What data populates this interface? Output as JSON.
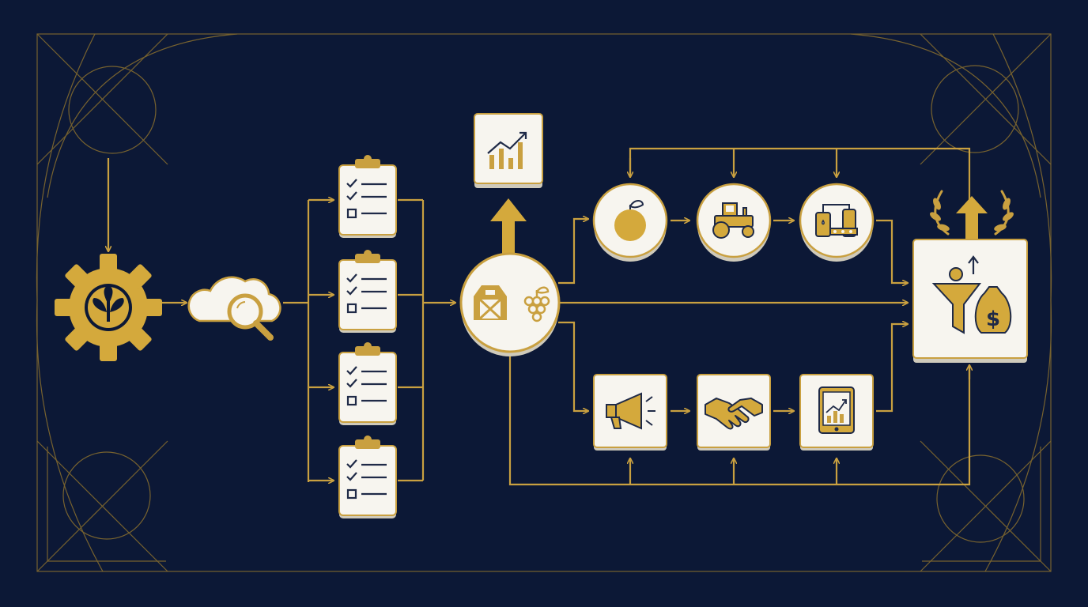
{
  "colors": {
    "background": "#0c1836",
    "gold": "#c9a040",
    "gold_fill": "#d4a93c",
    "card": "#f7f5ef",
    "card_shadow": "#cfcabb",
    "ink": "#1f2a47",
    "frame": "#8a6f2e"
  },
  "nodes": [
    {
      "id": "gear",
      "icon": "plant-gear-icon",
      "shape": "gear"
    },
    {
      "id": "cloud",
      "icon": "cloud-search-icon",
      "shape": "cloud"
    },
    {
      "id": "checklist-1",
      "icon": "clipboard-checklist-icon",
      "shape": "clipboard"
    },
    {
      "id": "checklist-2",
      "icon": "clipboard-checklist-icon",
      "shape": "clipboard"
    },
    {
      "id": "checklist-3",
      "icon": "clipboard-checklist-icon",
      "shape": "clipboard"
    },
    {
      "id": "checklist-4",
      "icon": "clipboard-checklist-icon",
      "shape": "clipboard"
    },
    {
      "id": "farm-hub",
      "icon": "barn-grapes-icon",
      "shape": "circle"
    },
    {
      "id": "growth-chart",
      "icon": "bar-chart-trend-icon",
      "shape": "square"
    },
    {
      "id": "produce",
      "icon": "orange-fruit-icon",
      "shape": "circle"
    },
    {
      "id": "tractor",
      "icon": "tractor-icon",
      "shape": "circle"
    },
    {
      "id": "processing",
      "icon": "factory-processing-icon",
      "shape": "circle"
    },
    {
      "id": "marketing",
      "icon": "megaphone-icon",
      "shape": "square"
    },
    {
      "id": "partnership",
      "icon": "handshake-icon",
      "shape": "square"
    },
    {
      "id": "analytics",
      "icon": "tablet-chart-icon",
      "shape": "square"
    },
    {
      "id": "revenue",
      "icon": "funnel-money-bag-icon",
      "shape": "square"
    },
    {
      "id": "award",
      "icon": "laurel-arrow-icon",
      "shape": "decoration"
    }
  ]
}
